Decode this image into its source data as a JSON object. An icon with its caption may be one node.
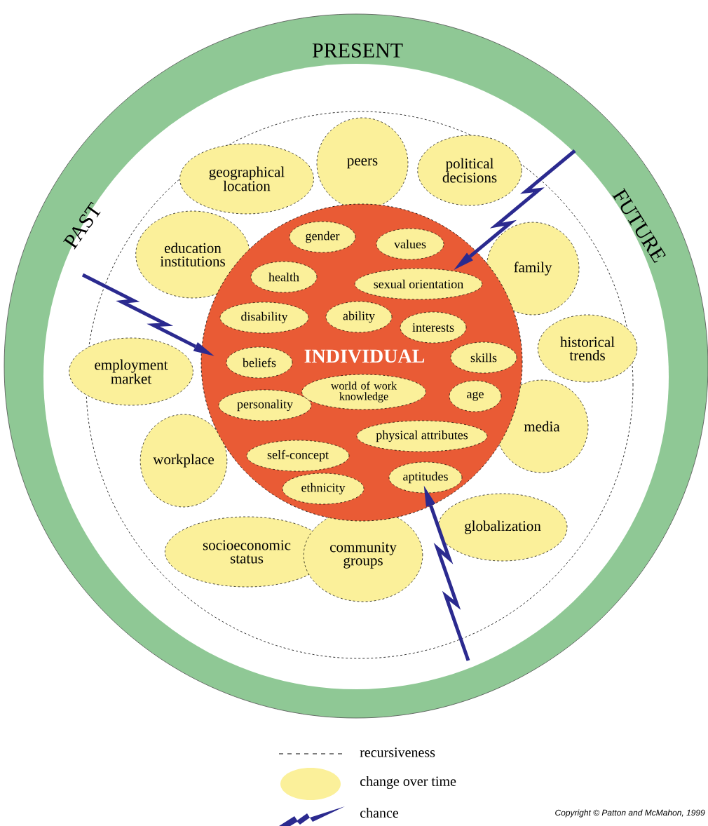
{
  "diagram": {
    "nodes": [
      {
        "text": [
          "PRESENT",
          "PAST",
          "FUTURE"
        ]
      },
      {
        "text": [],
        "shape": "circle",
        "in": 0
      },
      {
        "text": [
          "geographical location"
        ],
        "in": 1
      },
      {
        "text": [
          "peers"
        ],
        "in": 1
      },
      {
        "text": [
          "political decisions"
        ],
        "in": 1
      },
      {
        "text": [
          "education institutions"
        ],
        "in": 1
      },
      {
        "text": [
          "family"
        ],
        "in": 1
      },
      {
        "text": [
          "historical trends"
        ],
        "in": 1
      },
      {
        "text": [
          "employment market"
        ],
        "in": 1
      },
      {
        "text": [
          "media"
        ],
        "in": 1
      },
      {
        "text": [
          "workplace"
        ],
        "in": 1
      },
      {
        "text": [
          "globalization"
        ],
        "in": 1
      },
      {
        "text": [
          "socioeconomic status"
        ],
        "in": 1
      },
      {
        "text": [
          "community groups"
        ],
        "in": 1
      },
      {
        "text": [
          "INDIVIDUAL"
        ],
        "in": 1
      },
      {
        "text": [
          "gender"
        ],
        "in": 14
      },
      {
        "text": [
          "values"
        ],
        "in": 14
      },
      {
        "text": [
          "health"
        ],
        "in": 14
      },
      {
        "text": [
          "sexual orientation"
        ],
        "in": 14
      },
      {
        "text": [
          "disability"
        ],
        "in": 14
      },
      {
        "text": [
          "ability"
        ],
        "in": 14
      },
      {
        "text": [
          "interests"
        ],
        "in": 14
      },
      {
        "text": [
          "beliefs"
        ],
        "in": 14
      },
      {
        "text": [
          "skills"
        ],
        "in": 14
      },
      {
        "text": [
          "world of work knowledge"
        ],
        "in": 14
      },
      {
        "text": [
          "age"
        ],
        "in": 14
      },
      {
        "text": [
          "personality"
        ],
        "in": 14
      },
      {
        "text": [
          "physical attributes"
        ],
        "in": 14
      },
      {
        "text": [
          "self-concept"
        ],
        "in": 14
      },
      {
        "text": [
          "ethnicity"
        ],
        "in": 14
      },
      {
        "text": [
          "aptitudes"
        ],
        "in": 14
      }
    ],
    "labels": [
      "Copyright © Patton and McMahon, 1999"
    ],
    "legend": [
      {
        "text": "recursiveness"
      },
      {
        "text": "change over time",
        "color": "#fbf09a"
      },
      {
        "text": "chance"
      }
    ]
  }
}
